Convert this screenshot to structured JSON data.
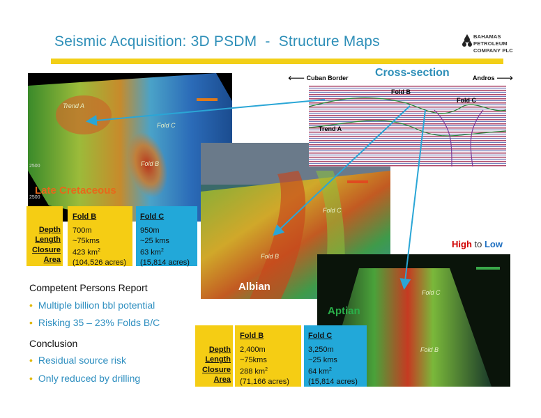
{
  "slide": {
    "title": "Seismic Acquisition: 3D PSDM  -  Structure Maps",
    "logo": {
      "line1": "BAHAMAS",
      "line2": "PETROLEUM",
      "line3": "COMPANY PLC",
      "icon": "droplets-logo-icon"
    }
  },
  "cross_section": {
    "title": "Cross-section",
    "left_direction": "🡐 Cuban Border",
    "right_direction": "Andros 🡒",
    "labels": {
      "fold_b": "Fold B",
      "fold_c": "Fold C",
      "trend_a": "Trend A"
    }
  },
  "maps": {
    "late_cretaceous": {
      "label": "Late Cretaceous",
      "trend_a": "Trend A",
      "fold_c": "Fold C",
      "fold_b": "Fold B",
      "tick_1": "2500",
      "tick_2": "2500"
    },
    "albian": {
      "label": "Albian",
      "fold_c": "Fold C",
      "fold_b": "Fold B"
    },
    "aptian": {
      "label": "Aptian",
      "fold_c": "Fold C",
      "fold_b": "Fold B"
    }
  },
  "legend": {
    "high": "High",
    "to": " to ",
    "low": "Low",
    "colors": {
      "high": "#d00000",
      "low": "#1f6fc0"
    }
  },
  "table1": {
    "row_labels": [
      "Depth",
      "Length",
      "Closure",
      "Area"
    ],
    "fold_b": {
      "header": "Fold B",
      "depth": "700m",
      "length": "~75kms",
      "closure": "423 km",
      "area": "(104,526 acres)"
    },
    "fold_c": {
      "header": "Fold C",
      "depth": "950m",
      "length": "~25 kms",
      "closure": "63 km",
      "area": "(15,814 acres)"
    }
  },
  "table2": {
    "row_labels": [
      "Depth",
      "Length",
      "Closure",
      "Area"
    ],
    "fold_b": {
      "header": "Fold B",
      "depth": "2,400m",
      "length": "~75kms",
      "closure": "288 km",
      "area": "(71,166 acres)"
    },
    "fold_c": {
      "header": "Fold C",
      "depth": "3,250m",
      "length": "~25 kms",
      "closure": "64 km",
      "area": "(15,814 acres)"
    }
  },
  "superscript": "2",
  "notes": {
    "cpr_heading": "Competent Persons Report",
    "cpr_items": [
      "Multiple billion bbl potential",
      "Risking 35 – 23% Folds B/C"
    ],
    "conclusion_heading": "Conclusion",
    "conclusion_items": [
      "Residual source risk",
      "Only reduced by drilling"
    ],
    "bullet": "•"
  },
  "colors": {
    "title": "#2e8fb8",
    "accent_yellow": "#f5cd14",
    "accent_blue": "#22a8d9",
    "arrow": "#2aa6d6"
  }
}
